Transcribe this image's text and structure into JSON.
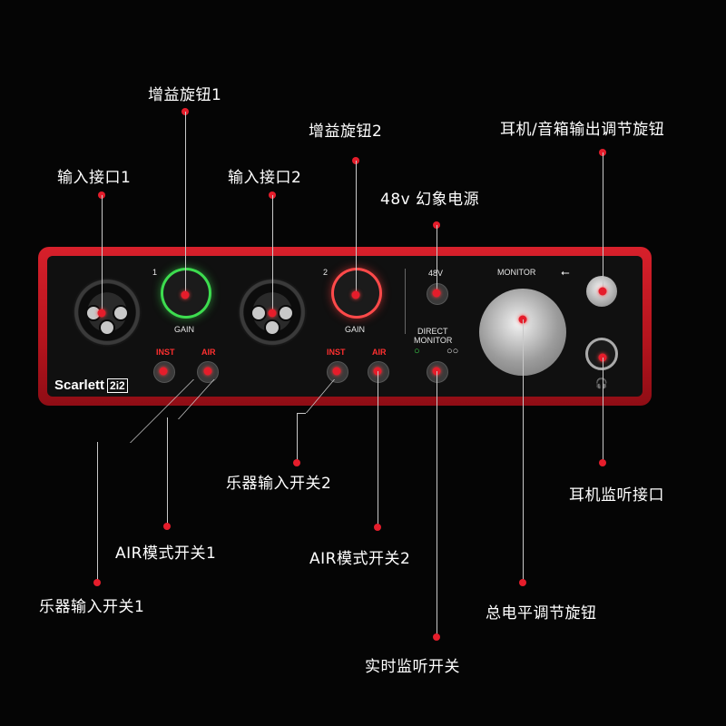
{
  "labels": {
    "gain_knob_1": "增益旋钮1",
    "gain_knob_2": "增益旋钮2",
    "input_port_1": "输入接口1",
    "input_port_2": "输入接口2",
    "phantom_power": "48v 幻象电源",
    "headphone_speaker_knob": "耳机/音箱输出调节旋钮",
    "instrument_switch_2": "乐器输入开关2",
    "air_mode_1": "AIR模式开关1",
    "air_mode_2": "AIR模式开关2",
    "instrument_switch_1": "乐器输入开关1",
    "headphone_jack": "耳机监听接口",
    "master_level_knob": "总电平调节旋钮",
    "direct_monitor_switch": "实时监听开关"
  },
  "device": {
    "brand": "Scarlett",
    "model": "2i2",
    "ch1": "1",
    "ch2": "2",
    "gain": "GAIN",
    "inst": "INST",
    "air": "AIR",
    "phantom": "48V",
    "direct": "DIRECT",
    "monitor_word": "MONITOR",
    "monitor": "MONITOR"
  },
  "colors": {
    "accent": "#e51d2b",
    "chassis": "#c8161f",
    "halo_green": "#3ddc4f",
    "halo_red": "#ff4a4a"
  }
}
